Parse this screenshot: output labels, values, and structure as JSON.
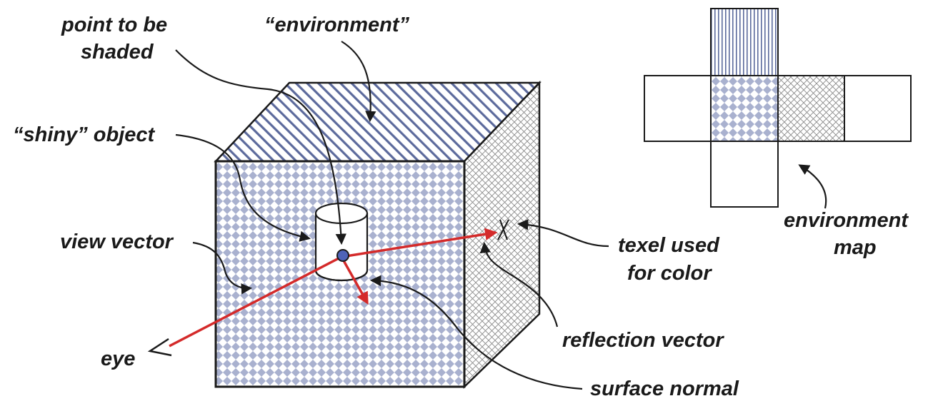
{
  "labels": {
    "point_line1": "point to be",
    "point_line2": "shaded",
    "environment": "“environment”",
    "shiny_object": "“shiny” object",
    "view_vector": "view vector",
    "eye": "eye",
    "texel_line1": "texel used",
    "texel_line2": "for color",
    "reflection_vector": "reflection vector",
    "surface_normal": "surface normal",
    "envmap_line1": "environment",
    "envmap_line2": "map"
  },
  "colors": {
    "ink": "#1a1a1a",
    "pattern": "#5c6a9c",
    "ray": "#d42a2a",
    "point": "#4f63b8"
  }
}
